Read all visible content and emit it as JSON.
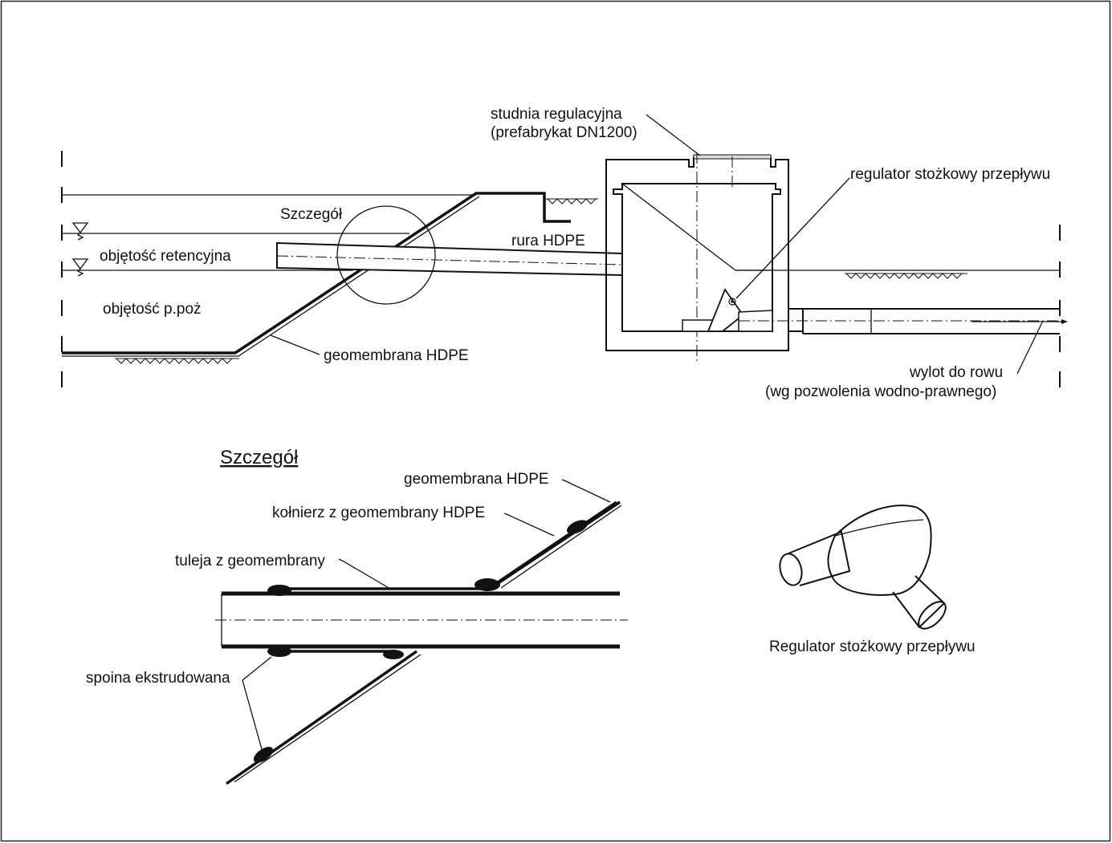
{
  "labels": {
    "studnia_line1": "studnia regulacyjna",
    "studnia_line2": "(prefabrykat DN1200)",
    "regulator": "regulator stożkowy przepływu",
    "szczegol_small": "Szczegół",
    "rura": "rura HDPE",
    "obj_retencyjna": "objętość retencyjna",
    "obj_ppoz": "objętość p.poż",
    "geomembrana_top": "geomembrana HDPE",
    "wylot_line1": "wylot do rowu",
    "wylot_line2": "(wg pozwolenia wodno-prawnego)"
  },
  "detail": {
    "title": "Szczegół",
    "geomembrana": "geomembrana HDPE",
    "kolnierz": "kołnierz z geomembrany HDPE",
    "tuleja": "tuleja z geomembrany",
    "spoina": "spoina ekstrudowana"
  },
  "regulator_view": {
    "caption": "Regulator stożkowy przepływu"
  }
}
